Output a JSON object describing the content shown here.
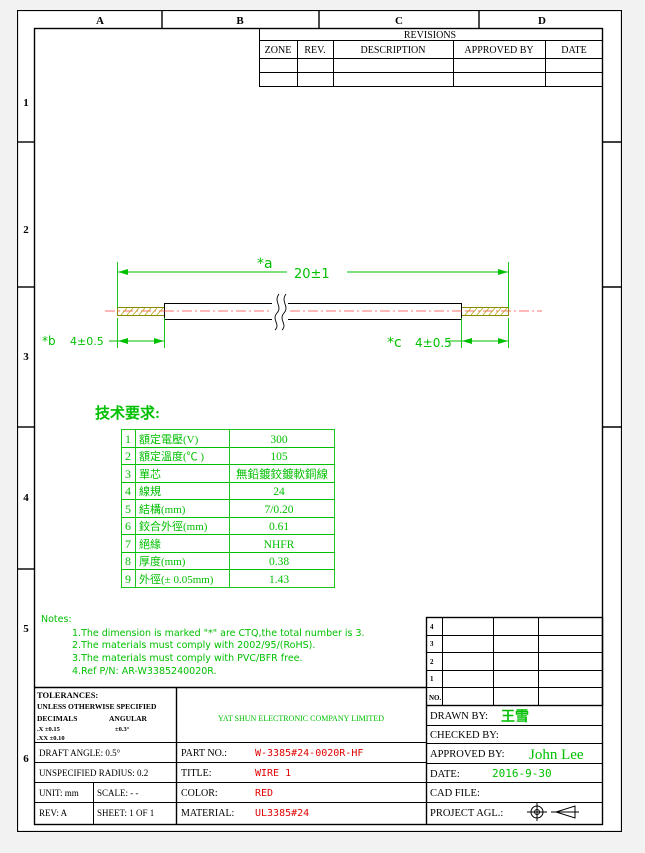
{
  "zones_top": [
    "A",
    "B",
    "C",
    "D"
  ],
  "zones_side": [
    "1",
    "2",
    "3",
    "4",
    "5",
    "6"
  ],
  "revisions": {
    "title": "REVISIONS",
    "headers": [
      "ZONE",
      "REV.",
      "DESCRIPTION",
      "APPROVED BY",
      "DATE"
    ]
  },
  "dims": {
    "a_label": "*a",
    "a_value": "20±1",
    "b_label": "*b",
    "b_value": "4±0.5",
    "c_label": "*c",
    "c_value": "4±0.5"
  },
  "spec": {
    "heading": "技术要求:",
    "rows": [
      {
        "no": "1",
        "label": "額定電壓(V)",
        "value": "300"
      },
      {
        "no": "2",
        "label": "額定溫度(℃  )",
        "value": "105"
      },
      {
        "no": "3",
        "label": "單芯",
        "value": "無鉛鍍鉸鍍軟銅線"
      },
      {
        "no": "4",
        "label": "線規",
        "value": "24"
      },
      {
        "no": "5",
        "label": "結構(mm)",
        "value": "7/0.20"
      },
      {
        "no": "6",
        "label": "鉸合外徑(mm)",
        "value": "0.61"
      },
      {
        "no": "7",
        "label": "絕緣",
        "value": "NHFR"
      },
      {
        "no": "8",
        "label": "厚度(mm)",
        "value": "0.38"
      },
      {
        "no": "9",
        "label": "外徑(± 0.05mm)",
        "value": "1.43"
      }
    ]
  },
  "notes": {
    "title": "Notes:",
    "items": [
      "1.The dimension is marked \"*\" are CTQ,the total number is 3.",
      "2.The materials must comply with 2002/95/(RoHS).",
      "3.The materials must comply with PVC/BFR free.",
      "4.Ref P/N: AR-W3385240020R."
    ]
  },
  "rev_table": [
    "4",
    "3",
    "2",
    "1",
    "NO."
  ],
  "tolerances": {
    "title": "TOLERANCES:",
    "line1": "UNLESS OTHERWISE SPECIFIED",
    "decimals": "DECIMALS",
    "angular": "ANGULAR",
    "x": ".X    ±0.15",
    "xx": ".XX  ±0.10",
    "ang": "±0.3°"
  },
  "title_block": {
    "company": "YAT SHUN ELECTRONIC COMPANY LIMITED",
    "drawn_label": "DRAWN  BY:",
    "drawn_value": "王雪",
    "checked_label": "CHECKED  BY:",
    "approved_label": "APPROVED  BY:",
    "approved_value": "John Lee",
    "date_label": "DATE:",
    "date_value": "2016-9-30",
    "cad_label": "CAD  FILE:",
    "project_label": "PROJECT  AGL.:",
    "draft_angle": "DRAFT ANGLE:  0.5°",
    "radius": "UNSPECIFIED  RADIUS:  0.2",
    "unit": "UNIT: mm",
    "scale": "SCALE:  - -",
    "rev": "REV:  A",
    "sheet": "SHEET: 1  OF  1",
    "part_label": "PART  NO.:",
    "part_value": "W-3385#24-0020R-HF",
    "title_label": "TITLE:",
    "title_value": "WIRE 1",
    "color_label": "COLOR:",
    "color_value": "RED",
    "material_label": "MATERIAL:",
    "material_value": "UL3385#24"
  },
  "colors": {
    "green": "#00c000",
    "red": "#e00000",
    "olive": "#8a8a00",
    "black": "#000000"
  }
}
